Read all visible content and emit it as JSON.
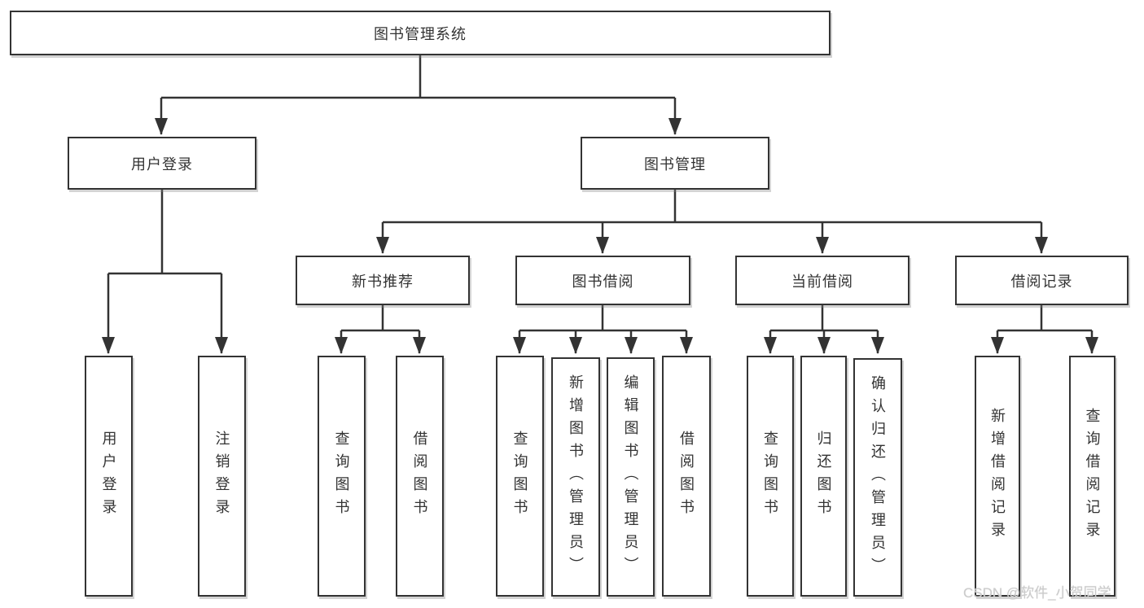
{
  "diagram": {
    "title": "图书管理系统",
    "root": {
      "label": "图书管理系统"
    },
    "level2": [
      {
        "label": "用户登录"
      },
      {
        "label": "图书管理"
      }
    ],
    "level3": [
      {
        "label": "新书推荐"
      },
      {
        "label": "图书借阅"
      },
      {
        "label": "当前借阅"
      },
      {
        "label": "借阅记录"
      }
    ],
    "leaves": {
      "user_login": [
        "用户登录",
        "注销登录"
      ],
      "new_book": [
        "查询图书",
        "借阅图书"
      ],
      "book_borrow": [
        "查询图书",
        "新增图书（管理员）",
        "编辑图书（管理员）",
        "借阅图书"
      ],
      "current_borrow": [
        "查询图书",
        "归还图书",
        "确认归还（管理员）"
      ],
      "borrow_record": [
        "新增借阅记录",
        "查询借阅记录"
      ]
    }
  },
  "watermark": "CSDN @软件_小贺同学",
  "colors": {
    "line": "#333333",
    "box_border": "#333333",
    "box_fill": "#ffffff",
    "text": "#333333",
    "watermark": "#cbcbcb",
    "background": "#ffffff"
  }
}
